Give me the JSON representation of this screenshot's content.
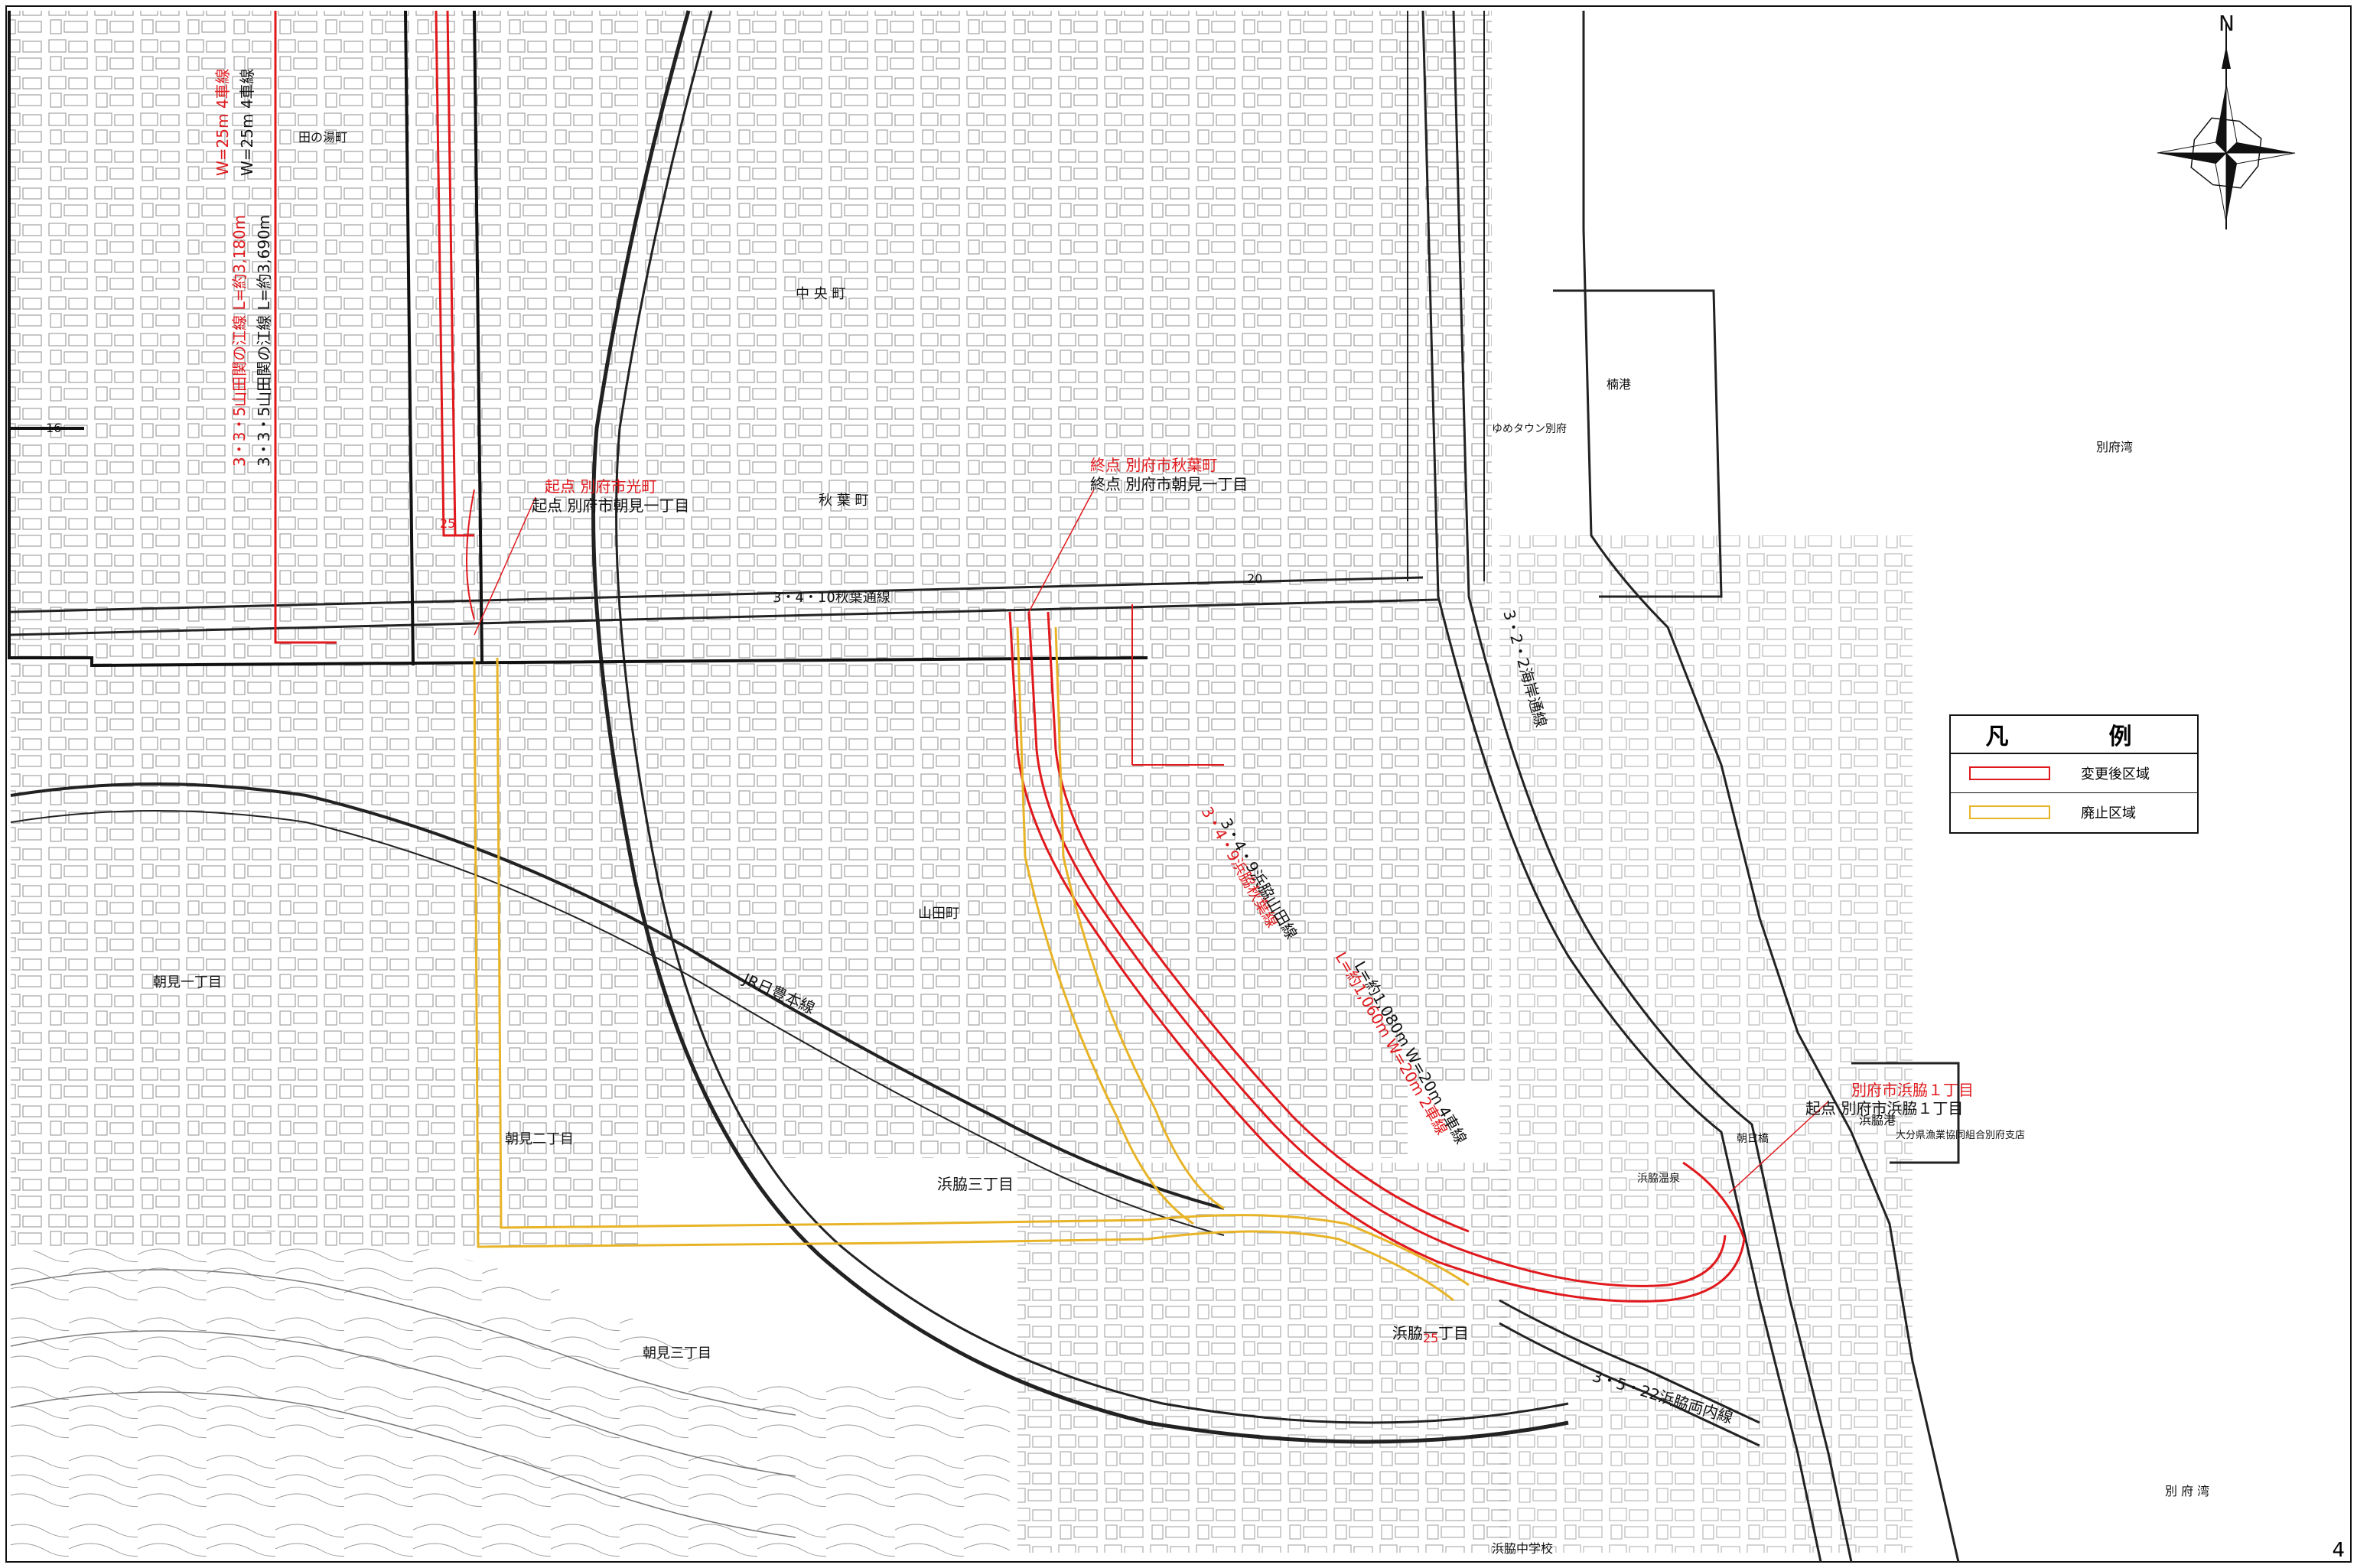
{
  "north_arrow": {
    "letter": "N",
    "icon": "compass-rose-icon"
  },
  "legend": {
    "title_left": "凡",
    "title_right": "例",
    "items": [
      {
        "label": "変更後区域",
        "color": "#e0191d"
      },
      {
        "label": "廃止区域",
        "color": "#e8b427"
      }
    ]
  },
  "colors": {
    "changed_area": "#e0191d",
    "abolished_area": "#e8b427",
    "linework": "#3a3a3a"
  },
  "roads": {
    "akibadori": "3・4・10秋葉通線",
    "kaigan": "3・2・2海岸通線",
    "hamawaki_ryonai": "3・5・22浜脇両内線",
    "yamadakawa_red": "3・3・5山田関の江線 L=約3,180m",
    "yamadakawa_black": "3・3・5山田関の江線 L=約3,690m",
    "yamadakawa_red_width": "W=25m 4車線",
    "yamadakawa_black_width": "W=25m 4車線",
    "hamawaki_yamada_red": "3・4・9浜脇秋葉線",
    "hamawaki_yamada_black": "3・4・9浜脇山田線",
    "hamawaki_yamada_len_red": "L=約1,060m W=20m 2車線",
    "hamawaki_yamada_len_black": "L=約1,080m W=20m 4車線",
    "railway": "JR日豊本線"
  },
  "points": {
    "start_red": "起点 別府市光町",
    "start_black": "起点 別府市朝見一丁目",
    "end_red": "終点 別府市秋葉町",
    "end_black": "終点 別府市朝見一丁目",
    "hamawaki_red": "別府市浜脇１丁目",
    "hamawaki_black": "起点 別府市浜脇１丁目"
  },
  "places": {
    "beppu_bay": "別府湾",
    "beppu_bay_2": "別 府 湾",
    "hamawaki_port": "浜脇港",
    "kusunoki_port": "楠港",
    "youme_town": "ゆめタウン別府",
    "akiba_cho": "秋 葉 町",
    "chuo_cho": "中 央 町",
    "hamawaki_3": "浜脇三丁目",
    "hamawaki_1": "浜脇一丁目",
    "asami_1": "朝見一丁目",
    "asami_2": "朝見二丁目",
    "asami_3": "朝見三丁目",
    "tanoyu_cho": "田の湯町",
    "yamada_cho": "山田町",
    "hamawaki_middle_school": "浜脇中学校",
    "hamawaki_ryokan": "浜脇温泉",
    "asahi_bridge": "朝日橋",
    "fisheries_coop": "大分県漁業協同組合別府支店",
    "width_16": "16",
    "width_25": "25",
    "width_20": "20",
    "width_25b": "25"
  },
  "page_number": "4"
}
